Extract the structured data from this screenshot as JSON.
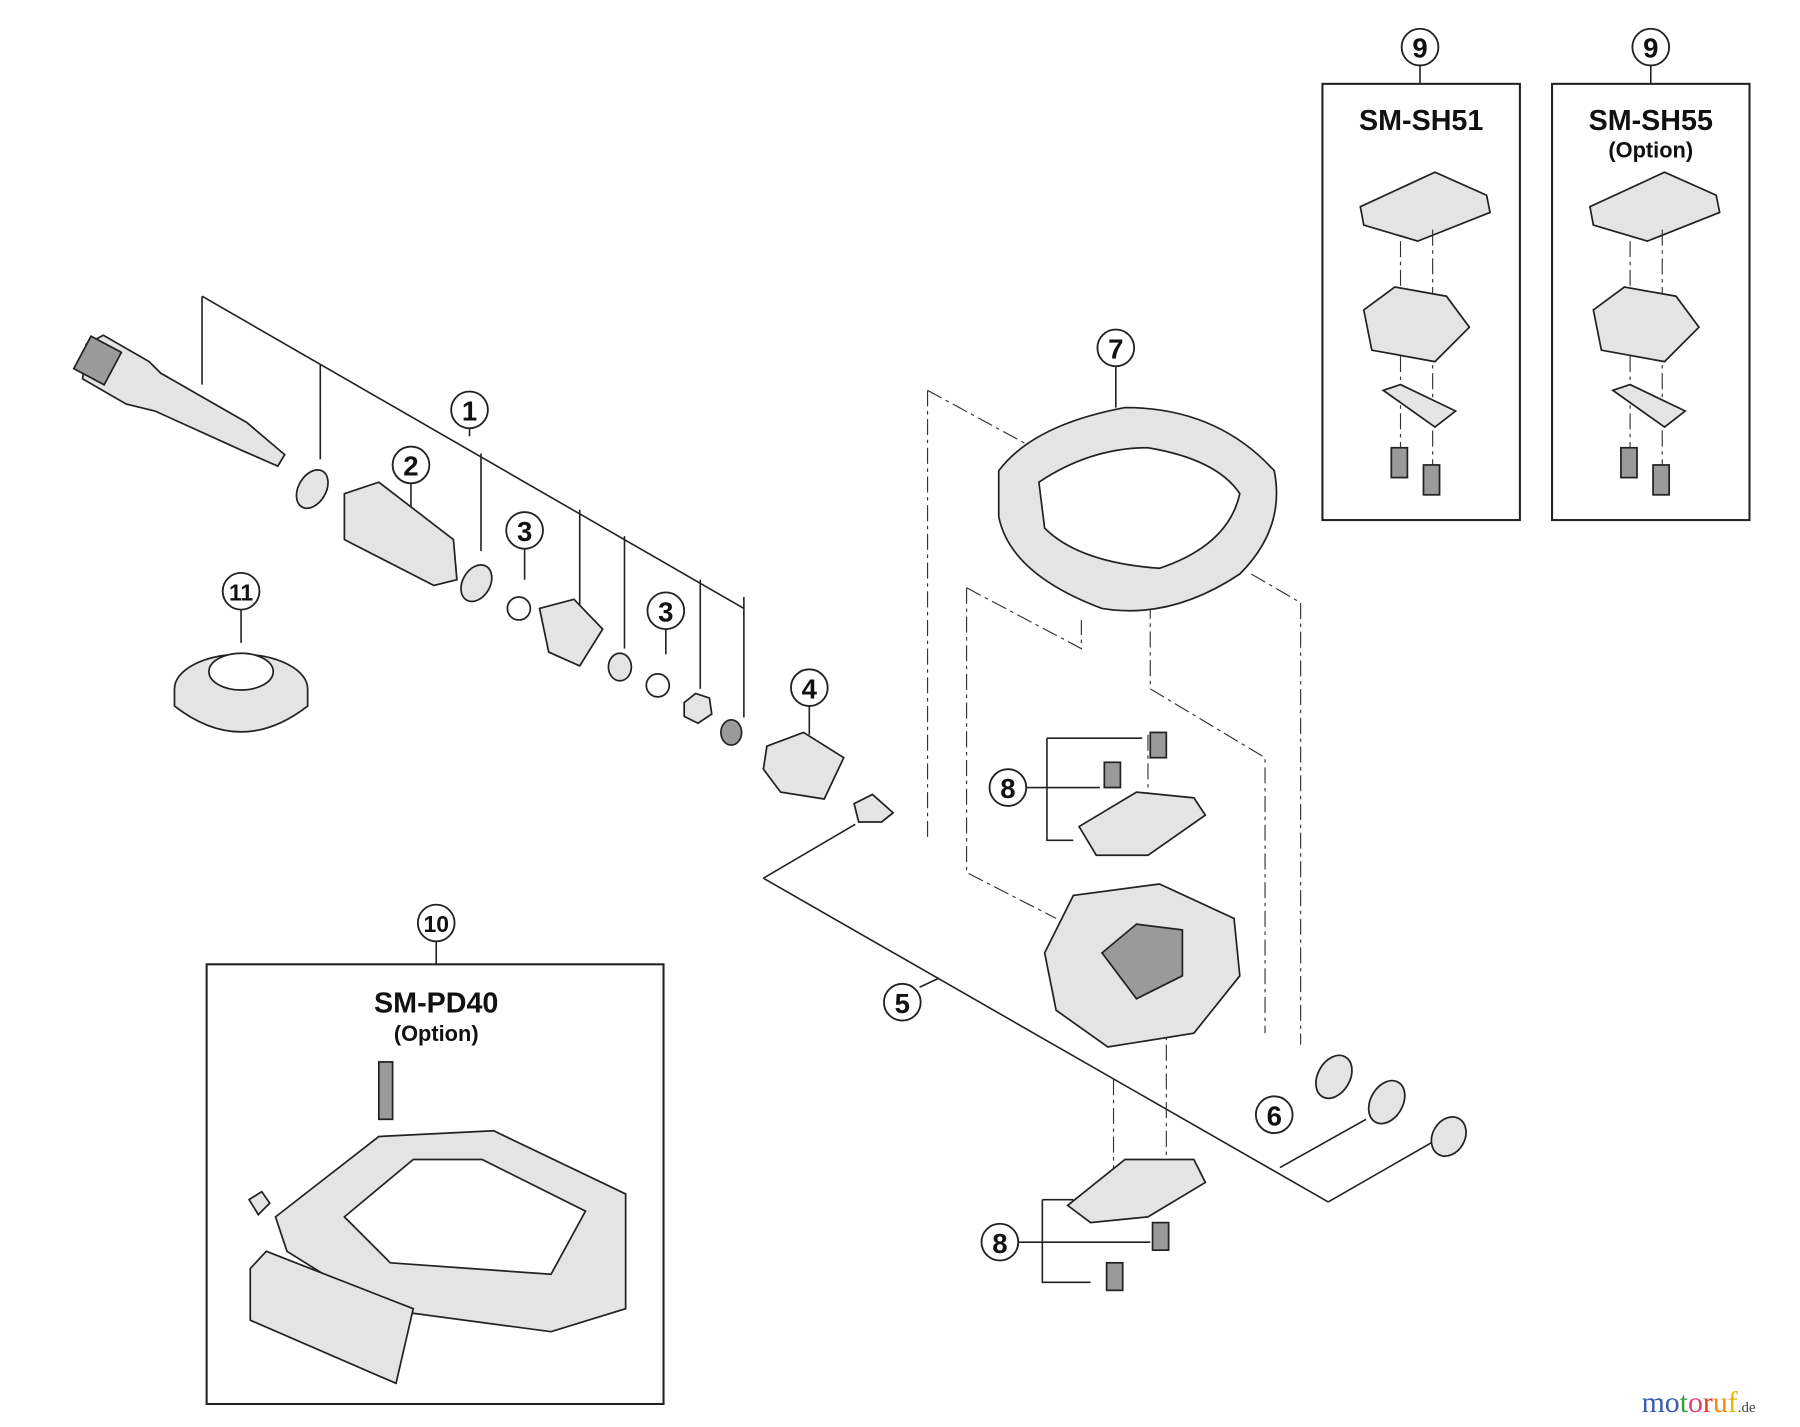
{
  "callouts": {
    "c1": "1",
    "c2": "2",
    "c3a": "3",
    "c3b": "3",
    "c4": "4",
    "c5": "5",
    "c6": "6",
    "c7": "7",
    "c8a": "8",
    "c8b": "8",
    "c9a": "9",
    "c9b": "9",
    "c10": "10",
    "c11": "11"
  },
  "boxes": {
    "sh51": {
      "title": "SM-SH51"
    },
    "sh55": {
      "title": "SM-SH55",
      "note": "(Option)"
    },
    "pd40": {
      "title": "SM-PD40",
      "note": "(Option)"
    }
  },
  "watermark": {
    "letters": [
      "m",
      "o",
      "t",
      "o",
      "r",
      "u",
      "f"
    ],
    "colors": [
      "#3b5ea8",
      "#3b5ea8",
      "#3a9a3a",
      "#e0407a",
      "#e04020",
      "#f08a10",
      "#e8b800"
    ],
    "suffix": ".de"
  }
}
